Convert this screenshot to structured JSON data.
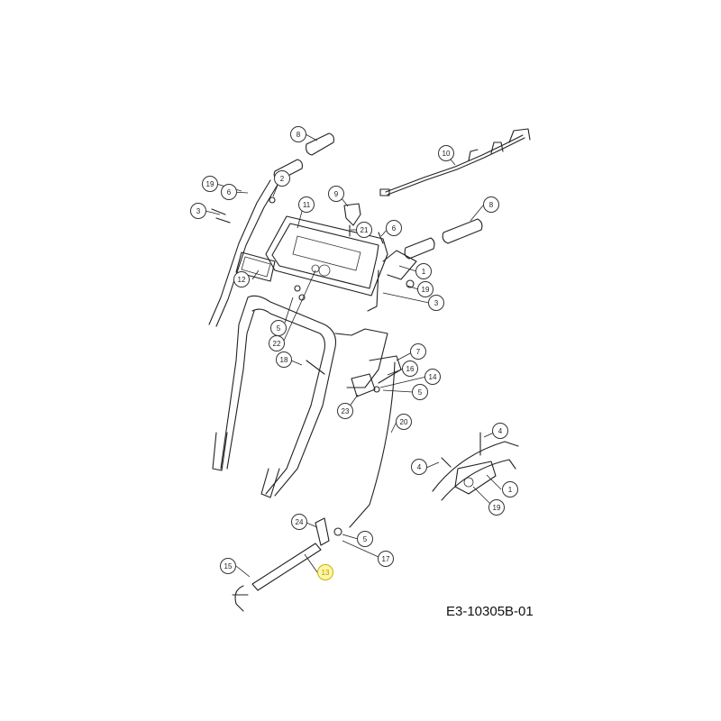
{
  "drawing_code": "E3-10305B-01",
  "highlight_color": "#fff6a8",
  "callouts": [
    "8",
    "10",
    "19",
    "6",
    "2",
    "3",
    "9",
    "11",
    "8",
    "6",
    "21",
    "12",
    "1",
    "19",
    "3",
    "5",
    "22",
    "18",
    "7",
    "16",
    "14",
    "5",
    "23",
    "20",
    "4",
    "4",
    "1",
    "19",
    "24",
    "5",
    "17",
    "15",
    "13"
  ],
  "highlighted_callout": "13"
}
